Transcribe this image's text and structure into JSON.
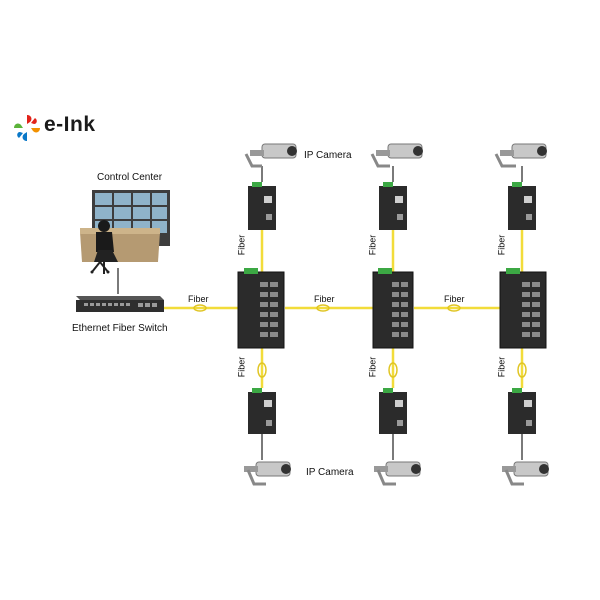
{
  "brand": {
    "logo_text": "e-Ink",
    "colors": {
      "red": "#e2231a",
      "orange": "#f29100",
      "blue": "#0a78c8",
      "green": "#5bb33a"
    }
  },
  "labels": {
    "control_center": "Control Center",
    "ethernet_fiber_switch": "Ethernet Fiber Switch",
    "ip_camera_top": "IP Camera",
    "ip_camera_bottom": "IP Camera",
    "fiber": "Fiber"
  },
  "colors": {
    "fiber_line": "#f2dc3a",
    "device_body": "#2b2b2b",
    "port_green": "#3ca844",
    "copper_line": "#222222"
  }
}
